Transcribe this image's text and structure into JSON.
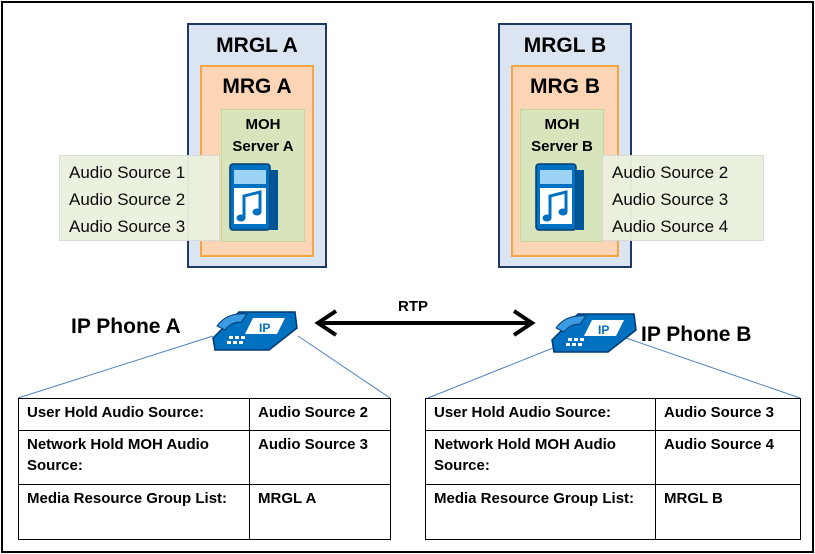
{
  "left": {
    "mrgl_title": "MRGL A",
    "mrg_title": "MRG A",
    "moh_line1": "MOH",
    "moh_line2": "Server  A",
    "audio_sources": [
      "Audio Source 1",
      "Audio Source 2",
      "Audio Source 3"
    ],
    "phone_label": "IP Phone A",
    "table": [
      {
        "label": "User Hold Audio Source:",
        "value": "Audio Source 2"
      },
      {
        "label": "Network Hold MOH Audio Source:",
        "value": "Audio Source 3"
      },
      {
        "label": "Media Resource Group List:",
        "value": "MRGL  A"
      }
    ]
  },
  "right": {
    "mrgl_title": "MRGL B",
    "mrg_title": "MRG B",
    "moh_line1": "MOH",
    "moh_line2": "Server  B",
    "audio_sources": [
      "Audio Source 2",
      "Audio Source 3",
      "Audio Source 4"
    ],
    "phone_label": "IP Phone B",
    "table": [
      {
        "label": "User Hold Audio Source:",
        "value": "Audio Source 3"
      },
      {
        "label": "Network Hold MOH Audio Source:",
        "value": "Audio Source 4"
      },
      {
        "label": "Media Resource Group List:",
        "value": "MRGL  B"
      }
    ]
  },
  "link_label": "RTP",
  "icons": {
    "server": "moh-server-icon",
    "phone": "ip-phone-icon",
    "arrow": "double-arrow-icon"
  },
  "colors": {
    "mrgl_fill": "#dbe5f1",
    "mrgl_border": "#1f3864",
    "mrg_fill": "#fbd5b5",
    "mrg_border": "#f6a544",
    "moh_fill": "#d7e4bc",
    "device_blue": "#0070c0"
  }
}
